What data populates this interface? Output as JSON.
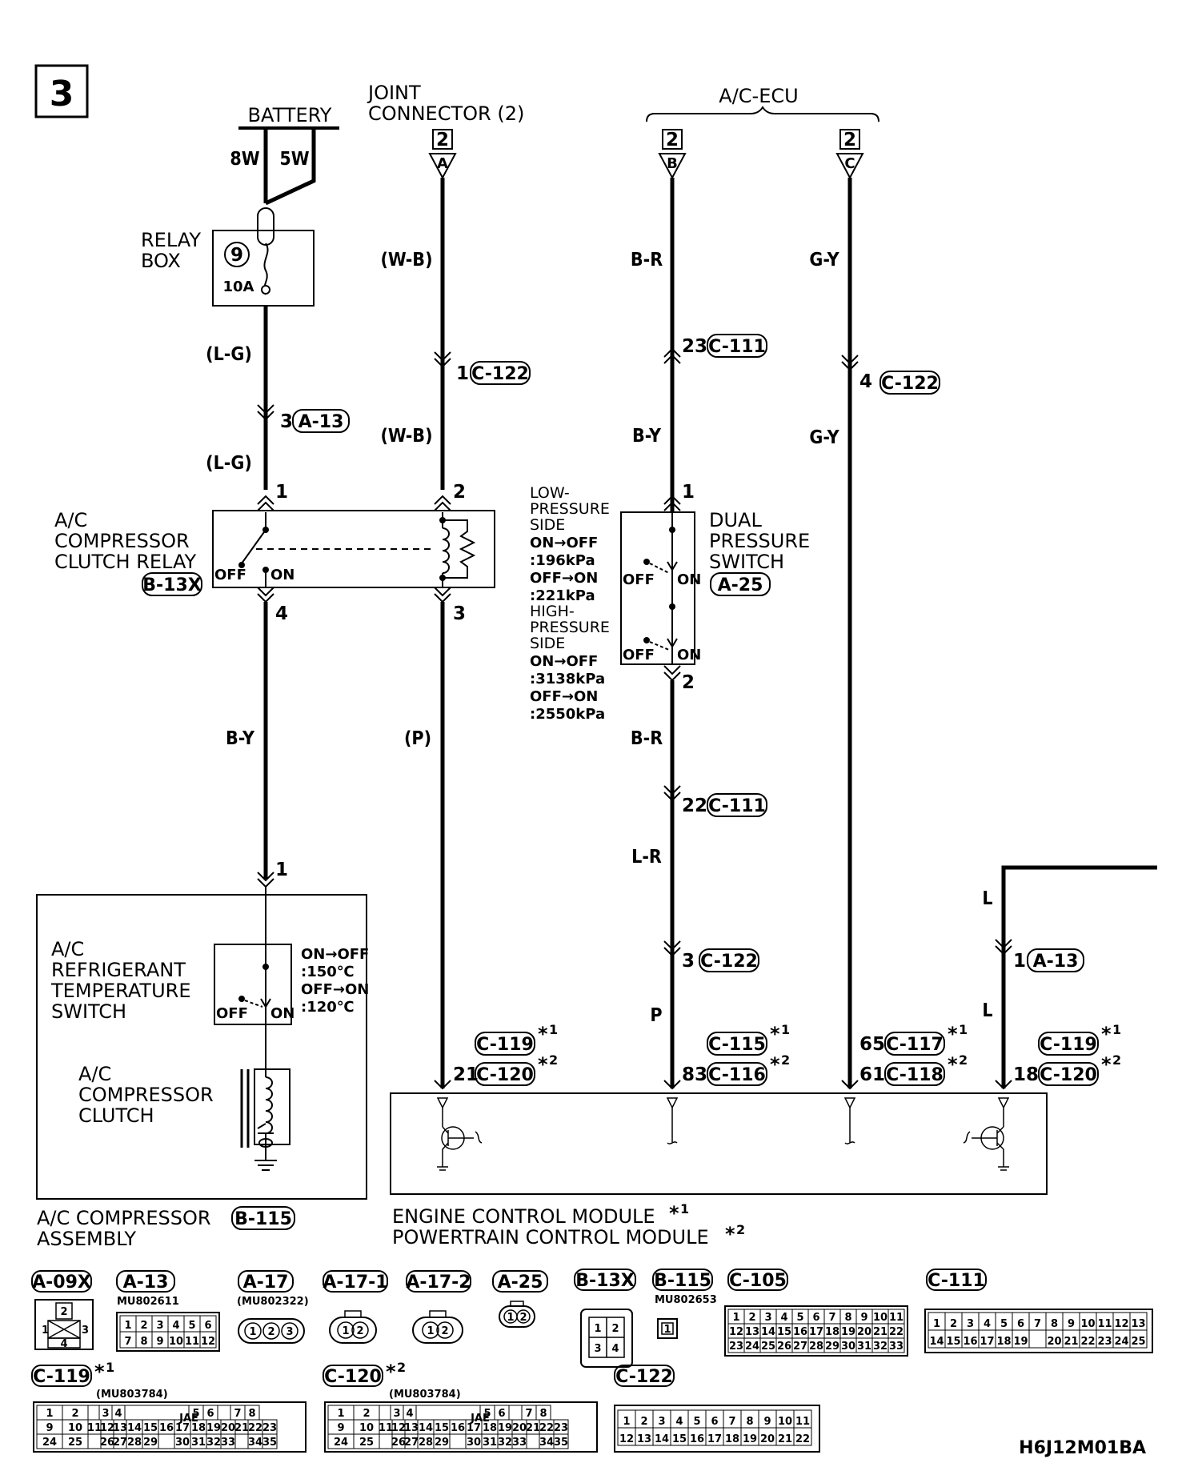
{
  "page_number": "3",
  "battery": {
    "label": "BATTERY",
    "wire_left": "8W",
    "wire_right": "5W"
  },
  "relay_box": {
    "label_line1": "RELAY",
    "label_line2": "BOX",
    "fuse_number": "9",
    "fuse_rating": "10A"
  },
  "joint_connector": {
    "label_line1": "JOINT",
    "label_line2": "CONNECTOR (2)",
    "ref": "2",
    "terminal": "A"
  },
  "ac_ecu": {
    "label": "A/C-ECU",
    "ref_b": "2",
    "terminal_b": "B",
    "ref_c": "2",
    "terminal_c": "C"
  },
  "wires": {
    "lg1": "(L-G)",
    "lg2": "(L-G)",
    "wb1": "(W-B)",
    "wb2": "(W-B)",
    "p_paren": "(P)",
    "br1": "B-R",
    "by1": "B-Y",
    "br2": "B-R",
    "lr": "L-R",
    "p": "P",
    "gy1": "G-Y",
    "gy2": "G-Y",
    "by2": "B-Y",
    "l1": "L",
    "l2": "L"
  },
  "pins": {
    "a13_pin": "3",
    "a13": "A-13",
    "c122_pin1": "1",
    "c122_a": "C-122",
    "c111_pin23": "23",
    "c111_a": "C-111",
    "c122_pin4": "4",
    "c122_b": "C-122",
    "c111_pin22": "22",
    "c111_b": "C-111",
    "c122_pin3": "3",
    "c122_c": "C-122",
    "a13_pin1": "1",
    "a13_b": "A-13",
    "relay_pin1": "1",
    "relay_pin2": "2",
    "relay_pin3": "3",
    "relay_pin4": "4",
    "dps_pin1": "1",
    "dps_pin2": "2",
    "comp_pin1": "1"
  },
  "relay": {
    "line1": "A/C",
    "line2": "COMPRESSOR",
    "line3": "CLUTCH RELAY",
    "conn": "B-13X",
    "off": "OFF",
    "on": "ON"
  },
  "dps": {
    "line1": "DUAL",
    "line2": "PRESSURE",
    "line3": "SWITCH",
    "conn": "A-25",
    "off1": "OFF",
    "on1": "ON",
    "off2": "OFF",
    "on2": "ON",
    "spec": [
      "LOW-",
      "PRESSURE",
      "SIDE",
      "ON→OFF",
      ":196kPa",
      "OFF→ON",
      ":221kPa",
      "HIGH-",
      "PRESSURE",
      "SIDE",
      "ON→OFF",
      ":3138kPa",
      "OFF→ON",
      ":2550kPa"
    ]
  },
  "compressor": {
    "ts_line1": "A/C",
    "ts_line2": "REFRIGERANT",
    "ts_line3": "TEMPERATURE",
    "ts_line4": "SWITCH",
    "ts_off": "OFF",
    "ts_on": "ON",
    "ts_spec": [
      "ON→OFF",
      ":150℃",
      "OFF→ON",
      ":120℃"
    ],
    "cl_line1": "A/C",
    "cl_line2": "COMPRESSOR",
    "cl_line3": "CLUTCH",
    "asm_line1": "A/C COMPRESSOR",
    "asm_line2": "ASSEMBLY",
    "asm_conn": "B-115"
  },
  "ecm_pins": {
    "c119a": "C-119",
    "pin21": "21",
    "c120a": "C-120",
    "c115": "C-115",
    "pin83": "83",
    "c116": "C-116",
    "pin65": "65",
    "c117": "C-117",
    "pin61": "61",
    "c118": "C-118",
    "c119b": "C-119",
    "pin18": "18",
    "c120b": "C-120",
    "ast": "*",
    "one": "1",
    "two": "2"
  },
  "module": {
    "line1": "ENGINE CONTROL MODULE",
    "line2": "POWERTRAIN CONTROL MODULE",
    "ast": "*",
    "one": "1",
    "two": "2"
  },
  "connectors": {
    "a09x": "A-09X",
    "a13": "A-13",
    "a13_part": "MU802611",
    "a17": "A-17",
    "a17_part": "(MU802322)",
    "a171": "A-17-1",
    "a172": "A-17-2",
    "a25": "A-25",
    "b13x": "B-13X",
    "b115": "B-115",
    "b115_part": "MU802653",
    "c105": "C-105",
    "c111": "C-111",
    "c119": "C-119",
    "c119_part": "(MU803784)",
    "c120": "C-120",
    "c120_part": "(MU803784)",
    "c122": "C-122",
    "jae": "JAE",
    "ast": "*",
    "one": "1",
    "two": "2"
  },
  "doc_code": "H6J12M01BA"
}
